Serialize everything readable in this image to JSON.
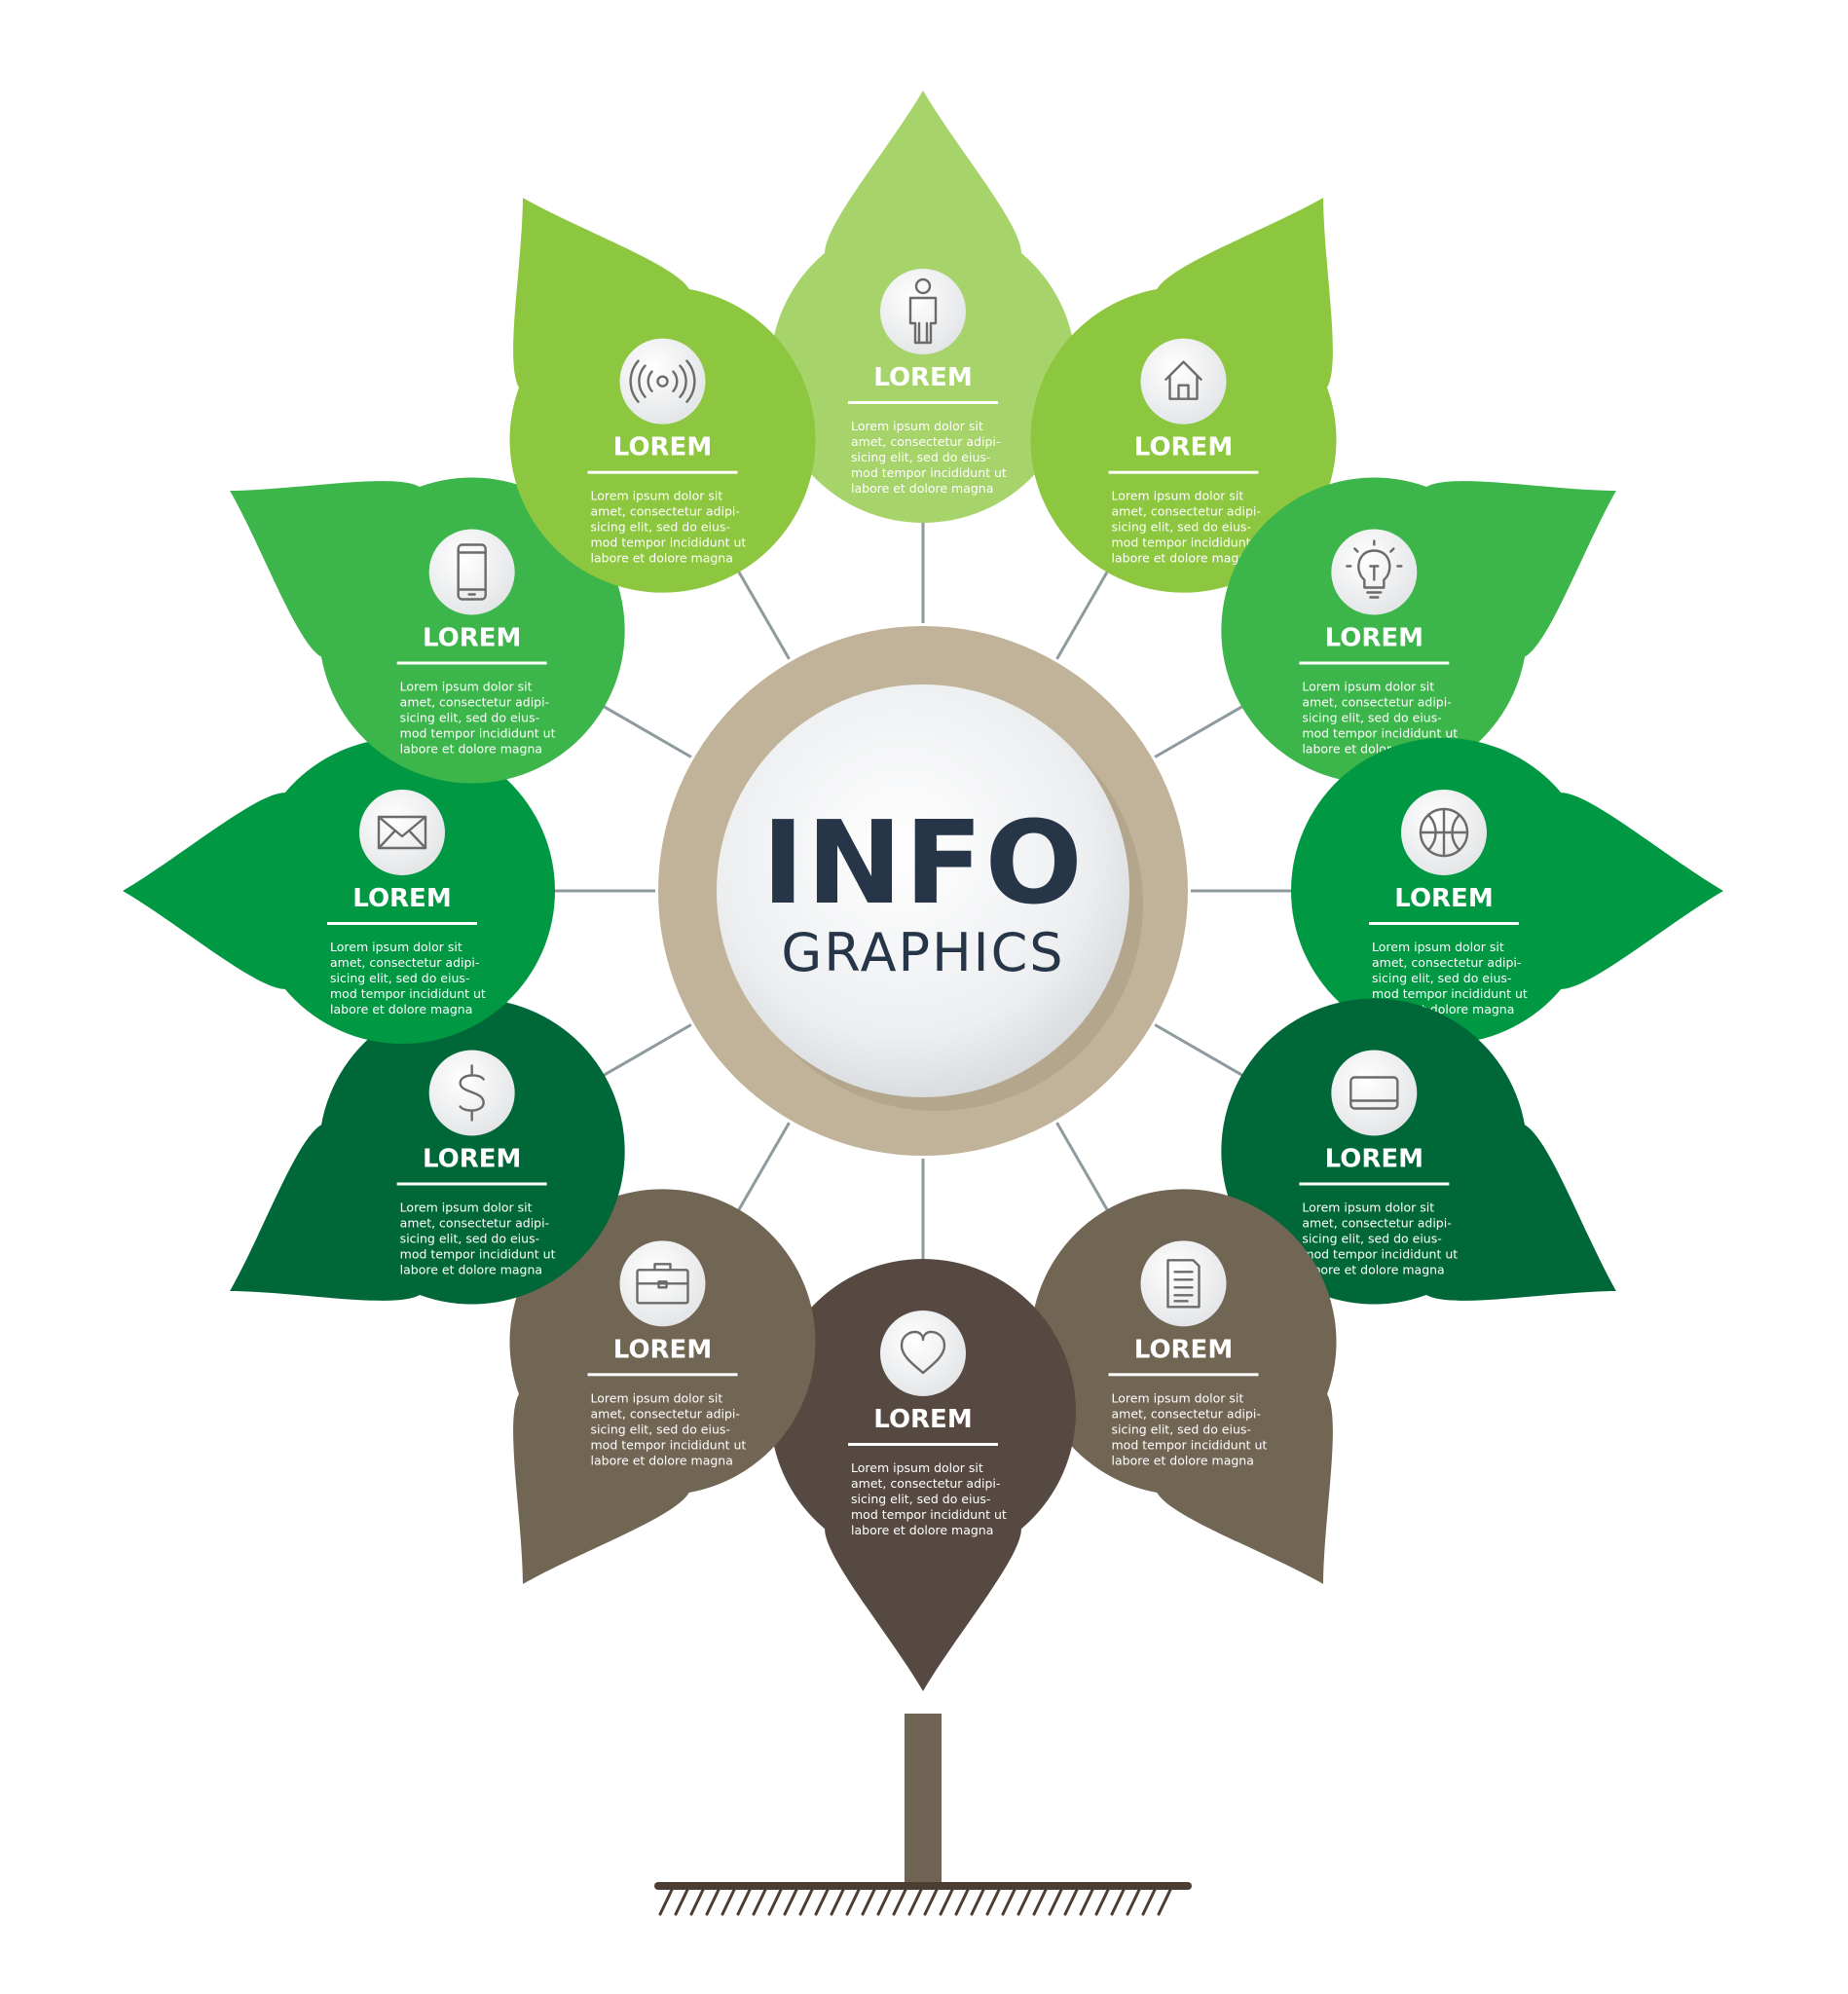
{
  "center": {
    "title": "INFO",
    "subtitle": "GRAPHICS",
    "ring_color": "#c1b399"
  },
  "colors": {
    "connector": "#8e9a9e",
    "trunk": "#6f6353",
    "ground": "#4c3d33"
  },
  "nodes": [
    {
      "id": "top",
      "angle": 0,
      "icon": "person-icon",
      "color": "#a6d36a",
      "label": "LOREM",
      "text": [
        "Lorem ipsum dolor sit",
        "amet, consectetur adipi-",
        "sicing elit, sed do eius-",
        "mod tempor incididunt ut",
        "labore et dolore magna"
      ]
    },
    {
      "id": "upper-right-1",
      "angle": 30,
      "icon": "home-icon",
      "color": "#8dc63f",
      "label": "LOREM",
      "text": [
        "Lorem ipsum dolor sit",
        "amet, consectetur adipi-",
        "sicing elit, sed do eius-",
        "mod tempor incididunt ut",
        "labore et dolore magna"
      ]
    },
    {
      "id": "upper-right-2",
      "angle": 60,
      "icon": "lightbulb-icon",
      "color": "#3cb54a",
      "label": "LOREM",
      "text": [
        "Lorem ipsum dolor sit",
        "amet, consectetur adipi-",
        "sicing elit, sed do eius-",
        "mod tempor incididunt ut",
        "labore et dolore magna"
      ]
    },
    {
      "id": "right",
      "angle": 90,
      "icon": "basketball-icon",
      "color": "#009843",
      "label": "LOREM",
      "text": [
        "Lorem ipsum dolor sit",
        "amet, consectetur adipi-",
        "sicing elit, sed do eius-",
        "mod tempor incididunt ut",
        "labore et dolore magna"
      ]
    },
    {
      "id": "lower-right-1",
      "angle": 120,
      "icon": "laptop-icon",
      "color": "#006838",
      "label": "LOREM",
      "text": [
        "Lorem ipsum dolor sit",
        "amet, consectetur adipi-",
        "sicing elit, sed do eius-",
        "mod tempor incididunt ut",
        "labore et dolore magna"
      ]
    },
    {
      "id": "lower-right-2",
      "angle": 150,
      "icon": "document-icon",
      "color": "#716554",
      "label": "LOREM",
      "text": [
        "Lorem ipsum dolor sit",
        "amet, consectetur adipi-",
        "sicing elit, sed do eius-",
        "mod tempor incididunt ut",
        "labore et dolore magna"
      ]
    },
    {
      "id": "bottom",
      "angle": 180,
      "icon": "heart-icon",
      "color": "#564941",
      "label": "LOREM",
      "text": [
        "Lorem ipsum dolor sit",
        "amet, consectetur adipi-",
        "sicing elit, sed do eius-",
        "mod tempor incididunt ut",
        "labore et dolore magna"
      ]
    },
    {
      "id": "lower-left-2",
      "angle": 210,
      "icon": "briefcase-icon",
      "color": "#716554",
      "label": "LOREM",
      "text": [
        "Lorem ipsum dolor sit",
        "amet, consectetur adipi-",
        "sicing elit, sed do eius-",
        "mod tempor incididunt ut",
        "labore et dolore magna"
      ]
    },
    {
      "id": "lower-left-1",
      "angle": 240,
      "icon": "dollar-icon",
      "color": "#006838",
      "label": "LOREM",
      "text": [
        "Lorem ipsum dolor sit",
        "amet, consectetur adipi-",
        "sicing elit, sed do eius-",
        "mod tempor incididunt ut",
        "labore et dolore magna"
      ]
    },
    {
      "id": "left",
      "angle": 270,
      "icon": "envelope-icon",
      "color": "#009843",
      "label": "LOREM",
      "text": [
        "Lorem ipsum dolor sit",
        "amet, consectetur adipi-",
        "sicing elit, sed do eius-",
        "mod tempor incididunt ut",
        "labore et dolore magna"
      ]
    },
    {
      "id": "upper-left-2",
      "angle": 300,
      "icon": "smartphone-icon",
      "color": "#3cb54a",
      "label": "LOREM",
      "text": [
        "Lorem ipsum dolor sit",
        "amet, consectetur adipi-",
        "sicing elit, sed do eius-",
        "mod tempor incididunt ut",
        "labore et dolore magna"
      ]
    },
    {
      "id": "upper-left-1",
      "angle": 330,
      "icon": "wireless-signal-icon",
      "color": "#8dc63f",
      "label": "LOREM",
      "text": [
        "Lorem ipsum dolor sit",
        "amet, consectetur adipi-",
        "sicing elit, sed do eius-",
        "mod tempor incididunt ut",
        "labore et dolore magna"
      ]
    }
  ]
}
